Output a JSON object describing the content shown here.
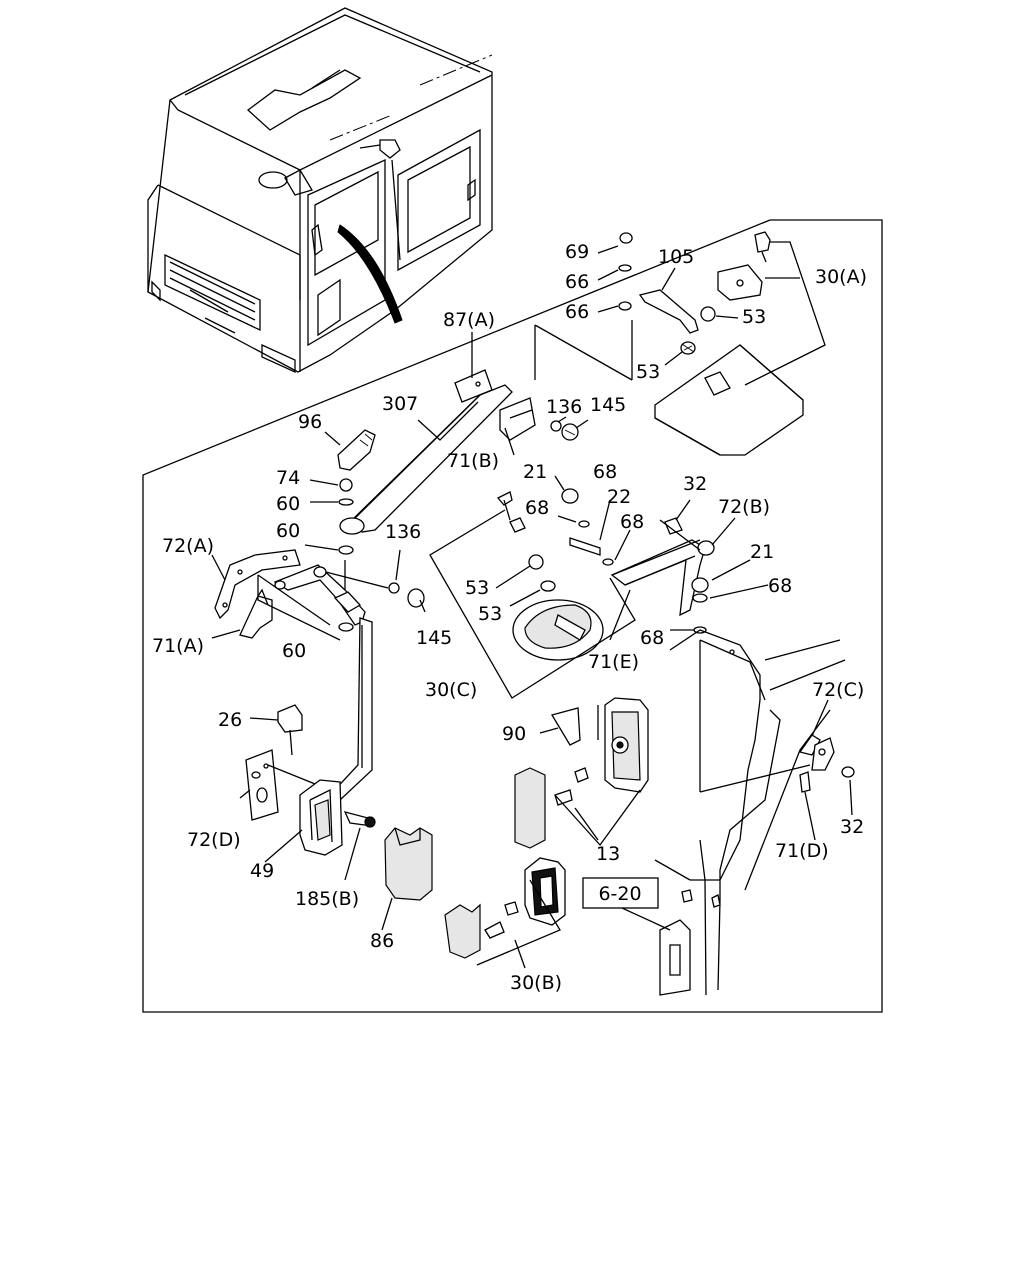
{
  "diagram": {
    "labels": {
      "p69": "69",
      "p66a": "66",
      "p66b": "66",
      "p105": "105",
      "p30a": "30(A)",
      "p53a": "53",
      "p53b": "53",
      "p87a": "87(A)",
      "p136a": "136",
      "p145a": "145",
      "p307": "307",
      "p96": "96",
      "p71b": "71(B)",
      "p74": "74",
      "p60a": "60",
      "p60b": "60",
      "p60c": "60",
      "p21a": "21",
      "p68a": "68",
      "p68b": "68",
      "p22": "22",
      "p68c": "68",
      "p32a": "32",
      "p72b": "72(B)",
      "p21b": "21",
      "p68d": "68",
      "p68e": "68",
      "p72a": "72(A)",
      "p136b": "136",
      "p71a": "71(A)",
      "p53c": "53",
      "p53d": "53",
      "p145b": "145",
      "p71e": "71(E)",
      "p30c": "30(C)",
      "p72c": "72(C)",
      "p26": "26",
      "p90": "90",
      "p72d": "72(D)",
      "p32b": "32",
      "p71d": "71(D)",
      "p13": "13",
      "p49": "49",
      "p185b": "185(B)",
      "p86": "86",
      "p30b": "30(B)"
    },
    "ref_box": "6-20"
  }
}
